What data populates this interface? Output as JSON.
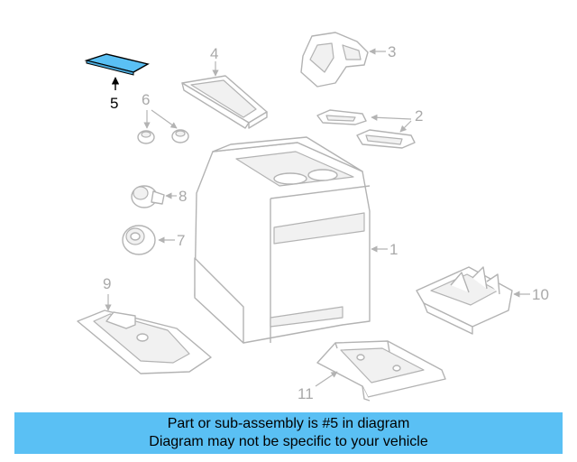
{
  "diagram": {
    "callouts": [
      "1",
      "2",
      "3",
      "4",
      "5",
      "6",
      "7",
      "8",
      "9",
      "10",
      "11"
    ],
    "highlighted_part": "5",
    "colors": {
      "highlight_fill": "#5ac0f4",
      "line_gray": "#b3b3b3",
      "label_gray": "#a9a9a9",
      "active_label": "#000000"
    }
  },
  "banner": {
    "line1": "Part or sub-assembly is #5 in diagram",
    "line2": "Diagram may not be specific to your vehicle",
    "color": "#5ac0f4"
  }
}
